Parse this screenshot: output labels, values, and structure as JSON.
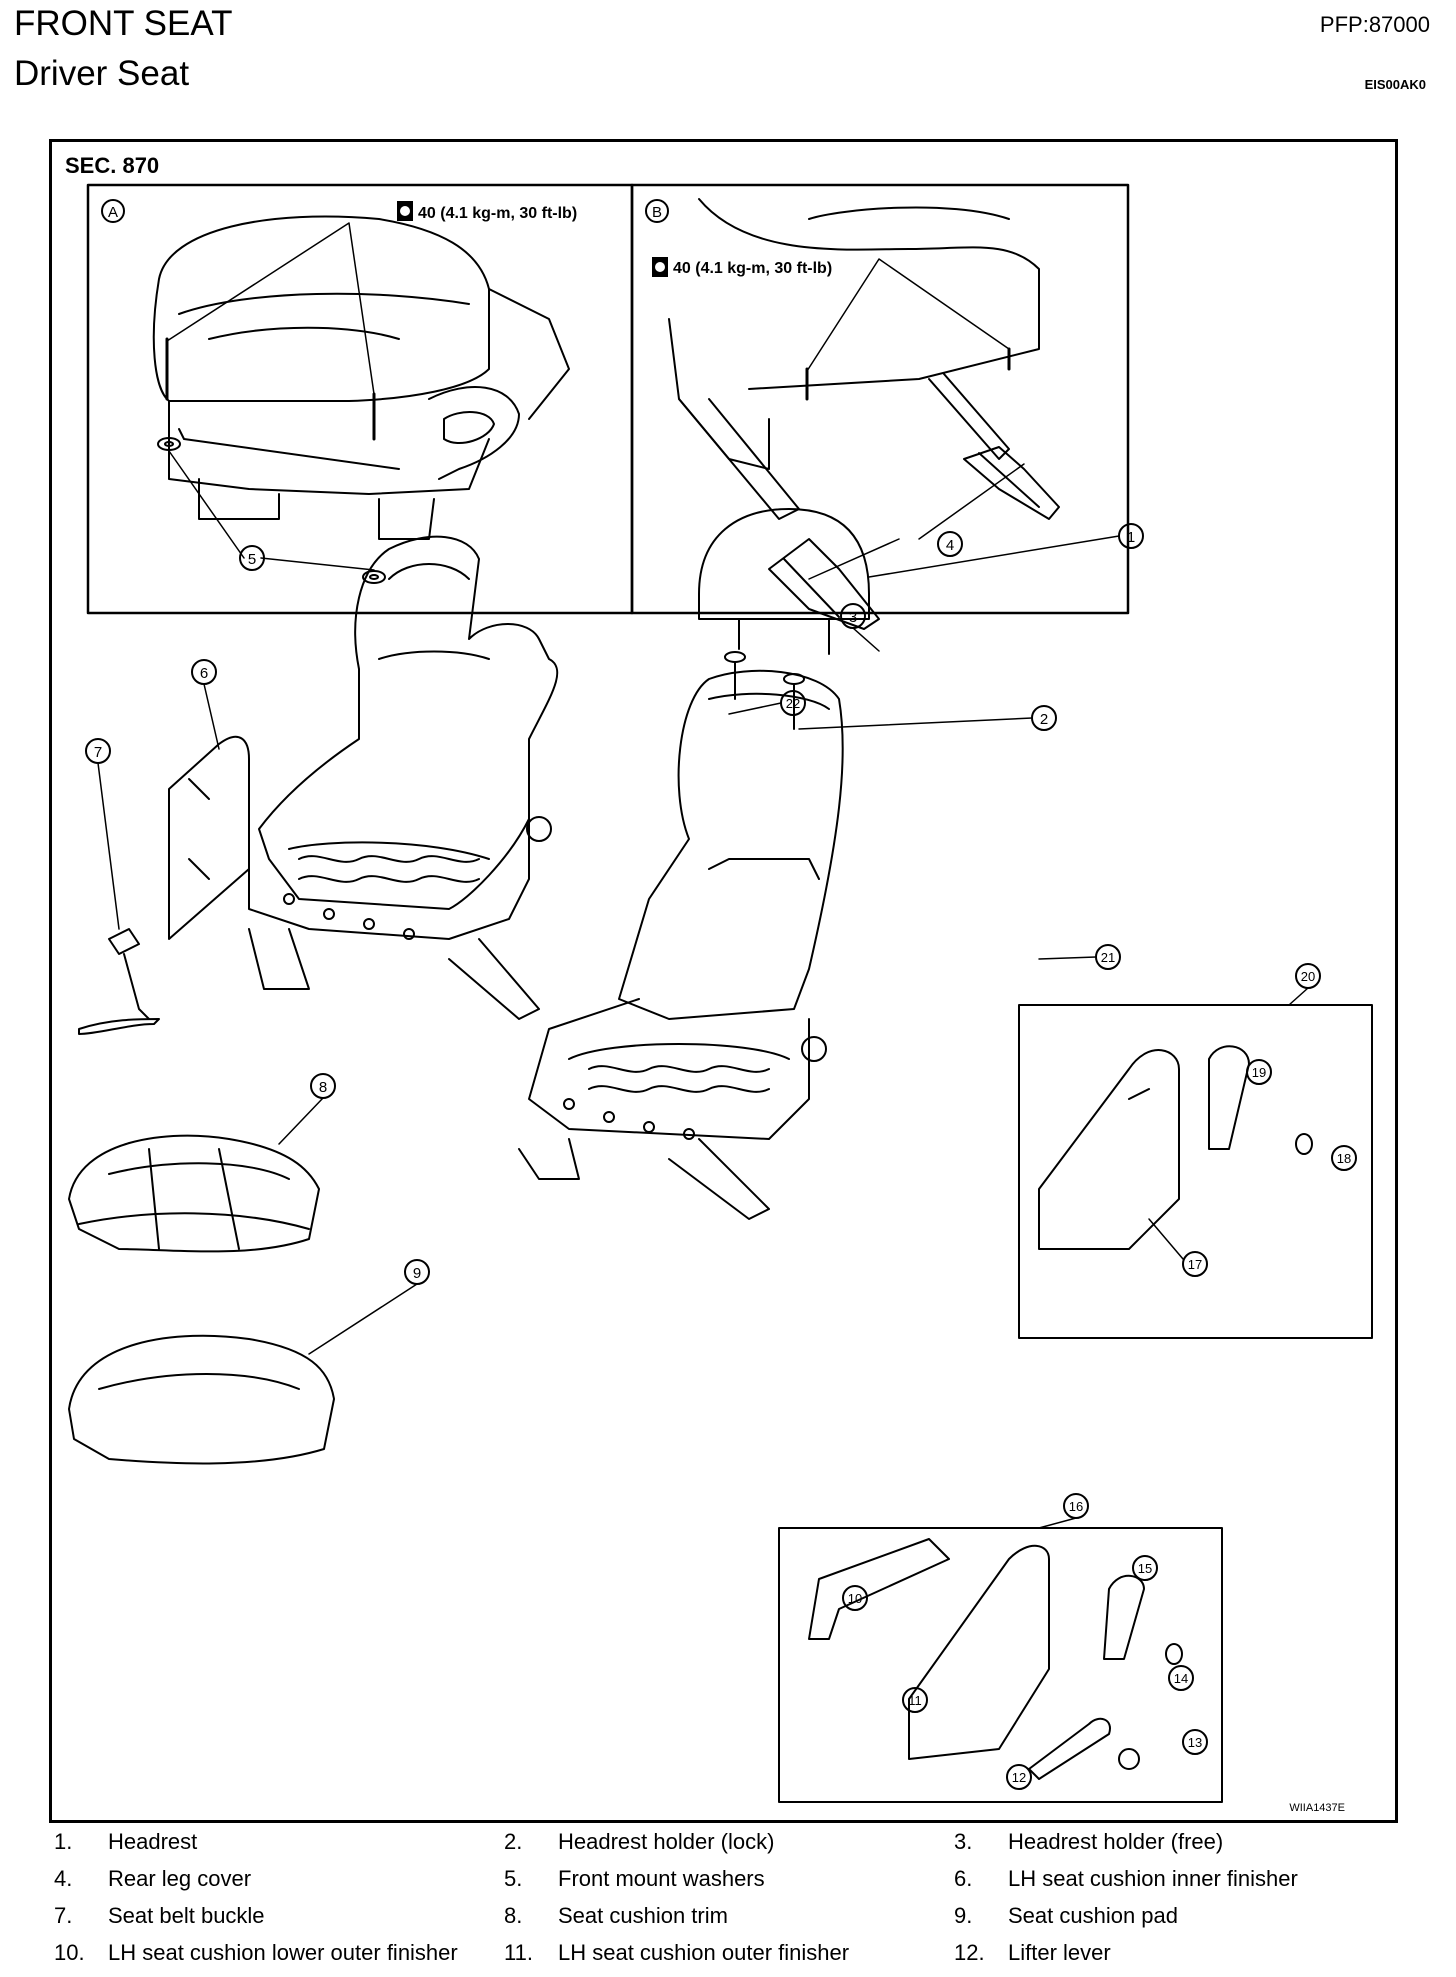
{
  "header": {
    "title": "FRONT SEAT",
    "subtitle": "Driver Seat",
    "pfp": "PFP:87000",
    "doc_code": "EIS00AK0"
  },
  "diagram": {
    "section": "SEC. 870",
    "inset_a_label": "A",
    "inset_b_label": "B",
    "torque_a": "40 (4.1 kg-m, 30 ft-lb)",
    "torque_b": "40 (4.1 kg-m, 30 ft-lb)",
    "figure_id": "WIIA1437E",
    "callouts": [
      "1",
      "2",
      "3",
      "4",
      "5",
      "6",
      "7",
      "8",
      "9",
      "10",
      "11",
      "12",
      "13",
      "14",
      "15",
      "16",
      "17",
      "18",
      "19",
      "20",
      "21",
      "22"
    ]
  },
  "legend": [
    [
      {
        "num": "1.",
        "text": "Headrest"
      },
      {
        "num": "2.",
        "text": "Headrest holder (lock)"
      },
      {
        "num": "3.",
        "text": "Headrest holder (free)"
      }
    ],
    [
      {
        "num": "4.",
        "text": "Rear leg cover"
      },
      {
        "num": "5.",
        "text": "Front mount washers"
      },
      {
        "num": "6.",
        "text": "LH seat cushion inner finisher"
      }
    ],
    [
      {
        "num": "7.",
        "text": "Seat belt buckle"
      },
      {
        "num": "8.",
        "text": "Seat cushion trim"
      },
      {
        "num": "9.",
        "text": "Seat cushion pad"
      }
    ],
    [
      {
        "num": "10.",
        "text": "LH seat cushion lower outer finisher"
      },
      {
        "num": "11.",
        "text": "LH seat cushion outer finisher"
      },
      {
        "num": "12.",
        "text": "Lifter lever"
      }
    ]
  ]
}
